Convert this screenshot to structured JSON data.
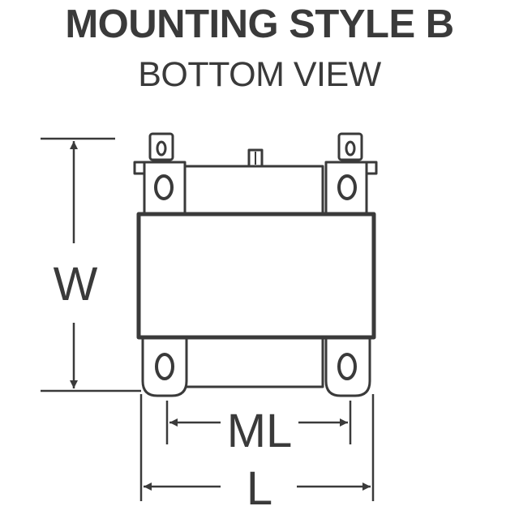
{
  "title": "MOUNTING STYLE B",
  "subtitle": "BOTTOM VIEW",
  "dimensions": {
    "w": "W",
    "ml": "ML",
    "l": "L"
  },
  "colors": {
    "line": "#3a3a3a",
    "fill": "#ffffff"
  }
}
